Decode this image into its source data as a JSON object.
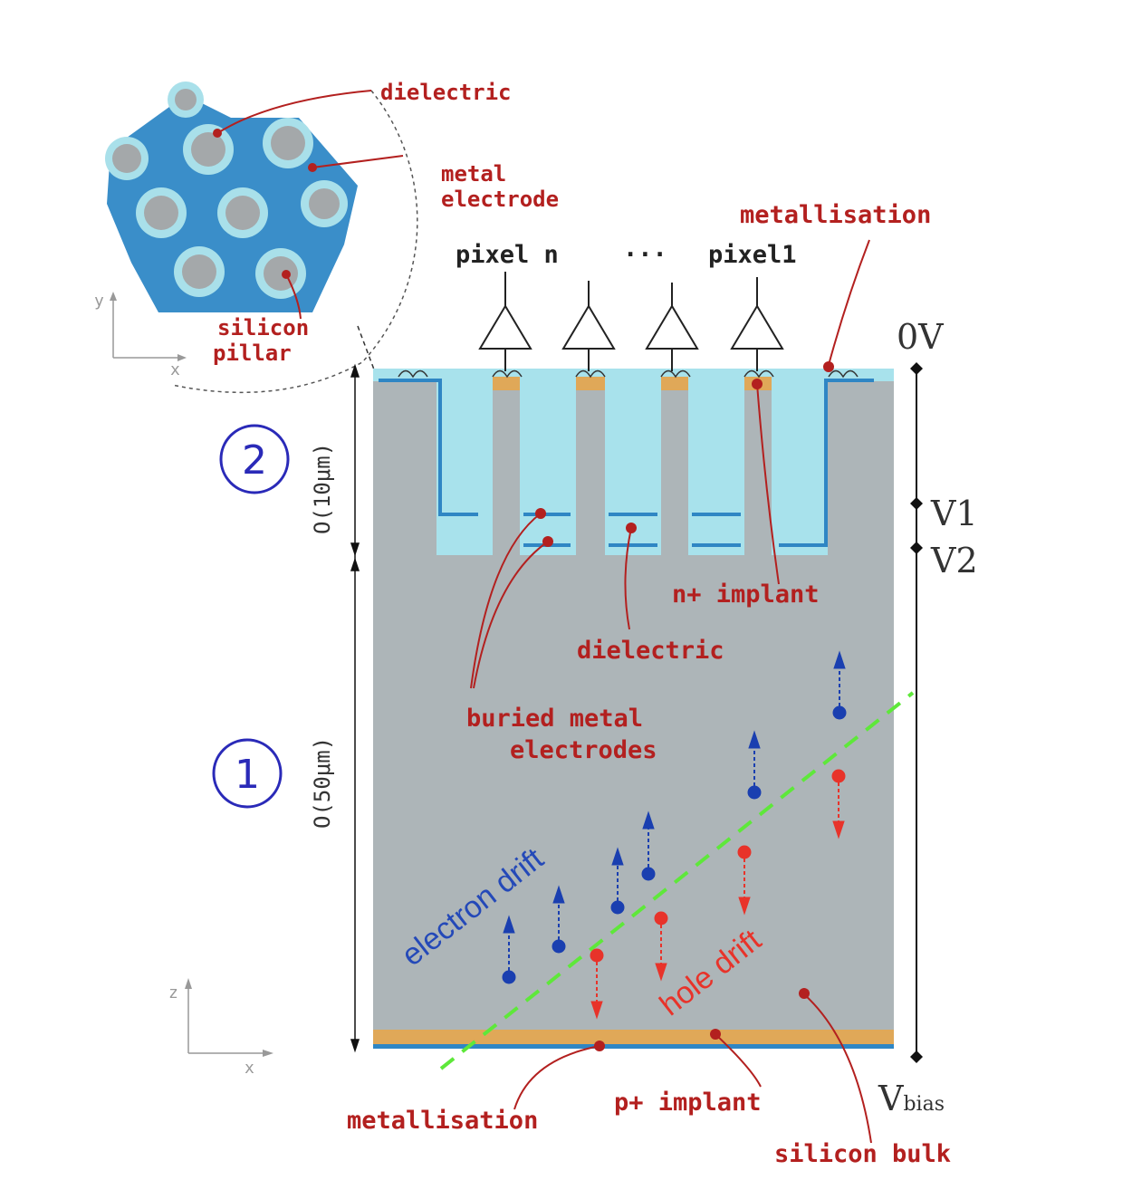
{
  "labels": {
    "inset_dielectric": "dielectric",
    "inset_metal_line1": "metal",
    "inset_metal_line2": "electrode",
    "inset_pillar_line1": "silicon",
    "inset_pillar_line2": "pillar",
    "metallisation_top": "metallisation",
    "pixel_n": "pixel n",
    "pixel_dots": "···",
    "pixel_1": "pixel1",
    "n_implant": "n+ implant",
    "dielectric": "dielectric",
    "buried_line1": "buried metal",
    "buried_line2": "electrodes",
    "electron_drift": "electron drift",
    "hole_drift": "hole drift",
    "metallisation_bottom": "metallisation",
    "p_implant": "p+ implant",
    "silicon_bulk": "silicon bulk"
  },
  "voltages": {
    "v0": "0V",
    "v1_main": "V",
    "v1_sub": "1",
    "v2_main": "V",
    "v2_sub": "2",
    "vbias_main": "V",
    "vbias_sub": "bias"
  },
  "dimensions": {
    "region2": "O(10μm)",
    "region1": "O(50μm)"
  },
  "regions": {
    "r2": "2",
    "r1": "1"
  },
  "axes": {
    "inset_y": "y",
    "inset_x": "x",
    "main_z": "z",
    "main_x": "x"
  },
  "colors": {
    "bulk": "#adb5b8",
    "dielectric": "#a8e2ec",
    "metal": "#2f86c4",
    "implant": "#e0a858",
    "label": "#b3201f",
    "electron": "#1a3fb0",
    "hole": "#e8332a",
    "track": "#5ee83a",
    "region_circle": "#2a2ab8"
  }
}
